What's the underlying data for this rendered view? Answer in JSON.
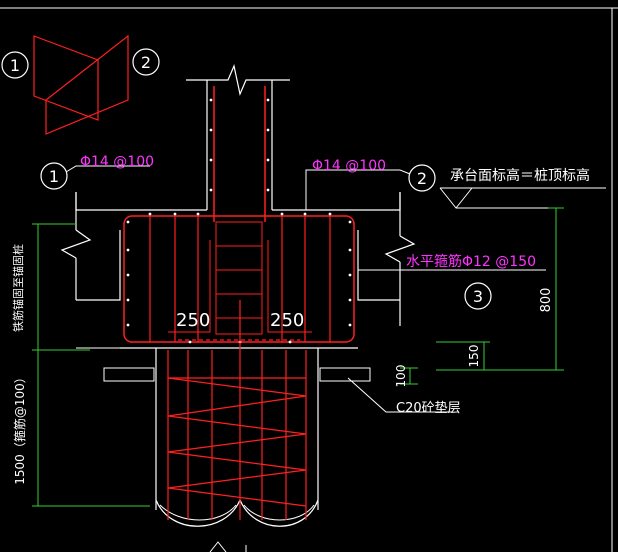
{
  "section_markers": {
    "top_left": "1",
    "top_right": "2",
    "mid_left": "1",
    "mid_right": "2",
    "right_three": "3"
  },
  "rebar_labels": {
    "left_top": "Φ14 @100",
    "right_top": "Φ14 @100",
    "horizontal": "水平箍筋Φ12 @150",
    "left_anchor_vertical": "铁筋锚固至锚固桩",
    "spiral_vertical": "1500（箍筋@100）"
  },
  "elevation_note": "承台面标高＝桩顶标高",
  "dimensions": {
    "left_cover": "250",
    "right_cover": "250",
    "height_total": "800",
    "height_150": "150",
    "height_100": "100"
  },
  "pad_note": "C20砼垫层",
  "colors": {
    "background": "#000000",
    "concrete": "#ffffff",
    "rebar": "#ff2020",
    "dimension": "#33cc33",
    "label": "#ff33ff"
  }
}
